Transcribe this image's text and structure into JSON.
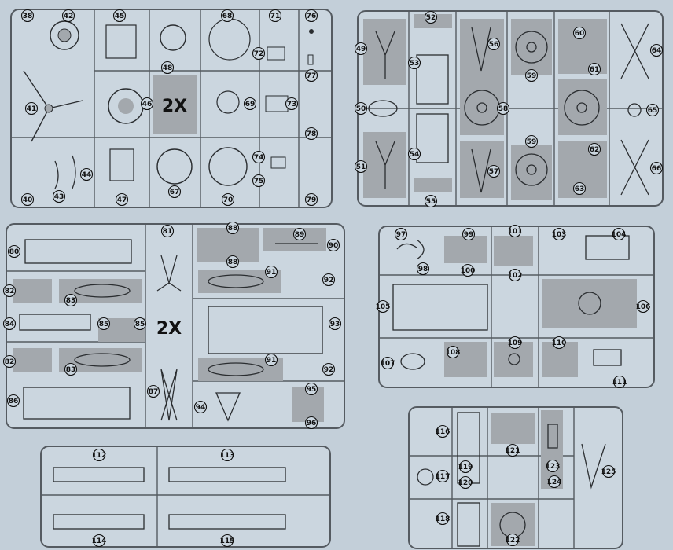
{
  "multiplier_text": "2X",
  "sprues": [
    {
      "id": "sprue-a",
      "labels": [
        "38",
        "42",
        "45",
        "48",
        "68",
        "71",
        "76",
        "72",
        "41",
        "46",
        "69",
        "73",
        "77",
        "78",
        "74",
        "75",
        "40",
        "43",
        "44",
        "47",
        "67",
        "70",
        "79"
      ]
    },
    {
      "id": "sprue-b",
      "labels": [
        "52",
        "49",
        "53",
        "56",
        "59",
        "60",
        "61",
        "64",
        "50",
        "58",
        "65",
        "59",
        "51",
        "54",
        "57",
        "62",
        "63",
        "66",
        "55"
      ]
    },
    {
      "id": "sprue-c",
      "labels": [
        "81",
        "88",
        "89",
        "90",
        "80",
        "88",
        "91",
        "92",
        "82",
        "83",
        "84",
        "85",
        "85",
        "93",
        "82",
        "83",
        "91",
        "92",
        "86",
        "87",
        "94",
        "95",
        "96"
      ]
    },
    {
      "id": "sprue-d",
      "labels": [
        "97",
        "99",
        "101",
        "103",
        "104",
        "98",
        "100",
        "102",
        "105",
        "106",
        "107",
        "108",
        "109",
        "110",
        "111"
      ]
    },
    {
      "id": "sprue-e",
      "labels": [
        "112",
        "113",
        "114",
        "115"
      ]
    },
    {
      "id": "sprue-f",
      "labels": [
        "116",
        "121",
        "119",
        "117",
        "120",
        "123",
        "124",
        "125",
        "118",
        "122"
      ]
    }
  ],
  "colors": {
    "background": "#c3cfd9",
    "frame": "#555b61",
    "part_fill": "#a3a8ad",
    "line": "#2a2d30"
  }
}
